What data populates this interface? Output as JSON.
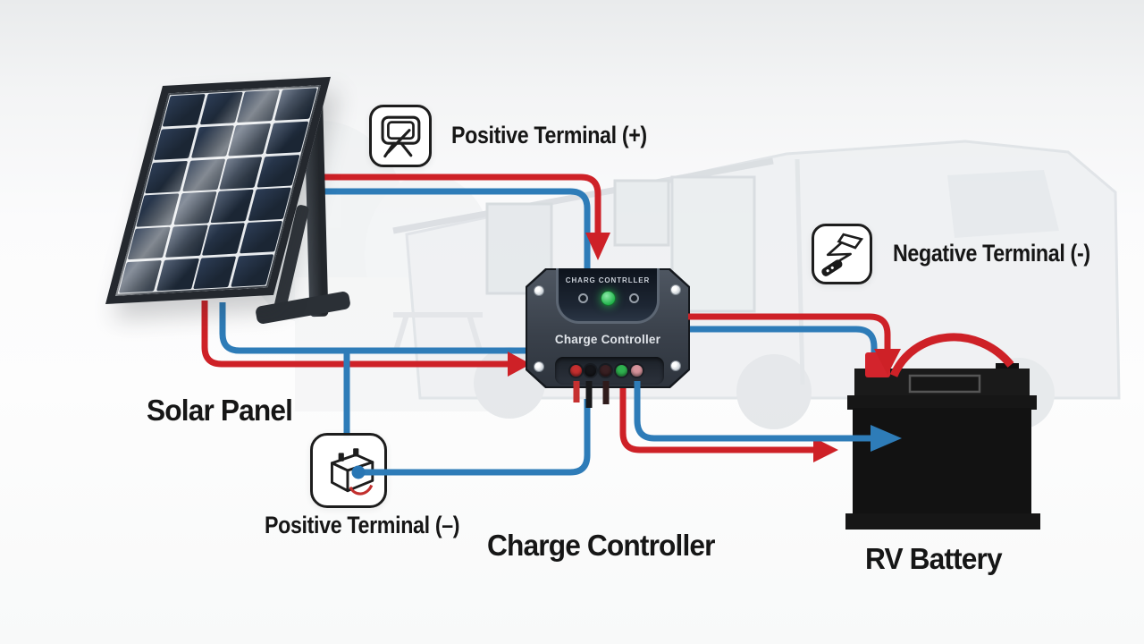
{
  "diagram": {
    "components": {
      "solar_panel": {
        "label": "Solar Panel"
      },
      "charge_controller": {
        "label": "Charge Controller",
        "device_top_text": "CHARG CONTRLLER",
        "device_front_text": "Charge Controller",
        "status_leds": [
          "gray-indicator",
          "green-power-led",
          "gray-indicator"
        ]
      },
      "rv_battery": {
        "label": "RV Battery"
      }
    },
    "callouts": {
      "positive_plus": {
        "label": "Positive Terminal (+)",
        "icon": "solar-panel-easel-icon"
      },
      "negative": {
        "label": "Negative Terminal (-)",
        "icon": "cable-clamp-icon"
      },
      "positive_minus": {
        "label": "Positive Terminal (–)",
        "icon": "battery-3d-icon"
      }
    },
    "wire_colors": {
      "positive_red": "#ce2127",
      "negative_blue": "#2e7cb8"
    },
    "controller_terminal_colors": [
      "#c63030",
      "#141519",
      "#3a2023",
      "#2fb14f",
      "#d6939b"
    ],
    "led_color": "#2ec155"
  }
}
